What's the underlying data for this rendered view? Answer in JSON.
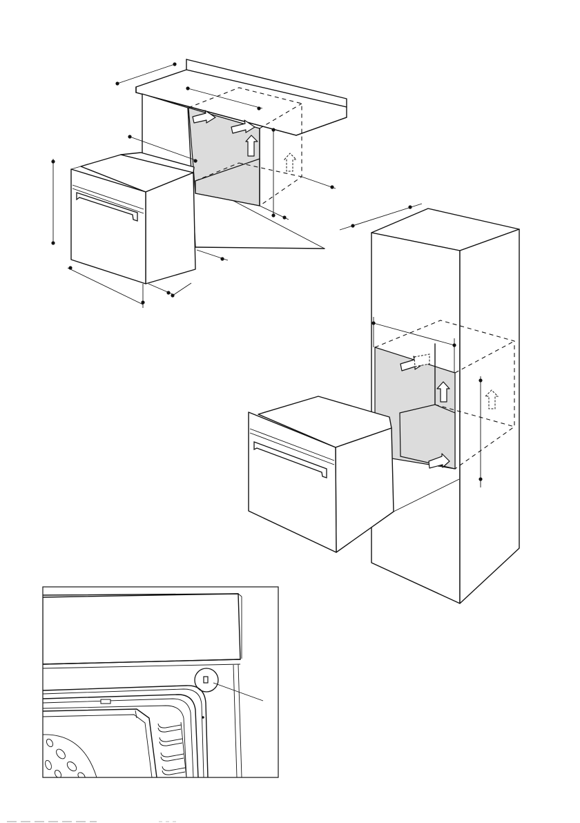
{
  "figure": {
    "panels": [
      {
        "id": "under-counter-installation",
        "label": ""
      },
      {
        "id": "tall-unit-installation",
        "label": ""
      },
      {
        "id": "fixing-detail-inset",
        "label": ""
      }
    ],
    "colors": {
      "line": "#111111",
      "cavity": "#dcdcdc",
      "background": "#ffffff"
    },
    "icons": [
      "airflow-arrow-icon",
      "dimension-dot-icon",
      "detail-callout-icon"
    ]
  }
}
